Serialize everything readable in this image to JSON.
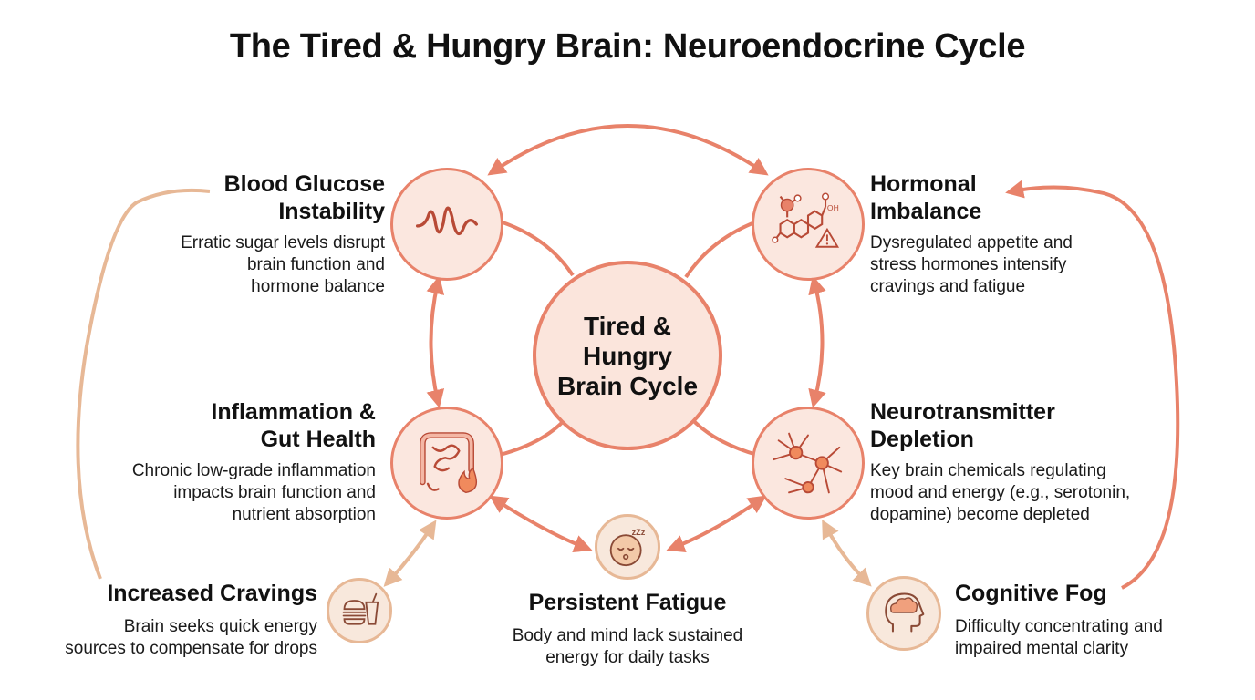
{
  "title": "The Tired & Hungry Brain: Neuroendocrine Cycle",
  "center": {
    "label_lines": [
      "Tired &",
      "Hungry",
      "Brain Cycle"
    ]
  },
  "nodes": {
    "glucose": {
      "title_lines": [
        "Blood Glucose",
        "Instability"
      ],
      "desc_lines": [
        "Erratic sugar levels disrupt",
        "brain function and",
        "hormone balance"
      ],
      "icon": "glucose-wave-icon"
    },
    "hormonal": {
      "title_lines": [
        "Hormonal",
        "Imbalance"
      ],
      "desc_lines": [
        "Dysregulated appetite and",
        "stress hormones intensify",
        "cravings and fatigue"
      ],
      "icon": "hormone-molecule-icon",
      "icon_text": "OH"
    },
    "inflammation": {
      "title_lines": [
        "Inflammation &",
        "Gut Health"
      ],
      "desc_lines": [
        "Chronic low-grade inflammation",
        "impacts brain function and",
        "nutrient absorption"
      ],
      "icon": "gut-flame-icon"
    },
    "neuro": {
      "title_lines": [
        "Neurotransmitter",
        "Depletion"
      ],
      "desc_lines": [
        "Key brain chemicals regulating",
        "mood and energy (e.g., serotonin,",
        "dopamine) become depleted"
      ],
      "icon": "neuron-network-icon"
    },
    "cravings": {
      "title": "Increased Cravings",
      "desc_lines": [
        "Brain seeks quick energy",
        "sources to compensate for drops"
      ],
      "icon": "fast-food-icon"
    },
    "fatigue": {
      "title": "Persistent Fatigue",
      "desc_lines": [
        "Body and mind lack sustained",
        "energy for daily tasks"
      ],
      "icon": "sleepy-face-icon",
      "icon_text": "zZz"
    },
    "fog": {
      "title": "Cognitive Fog",
      "desc_lines": [
        "Difficulty concentrating and",
        "impaired mental clarity"
      ],
      "icon": "foggy-head-icon"
    }
  },
  "colors": {
    "accent": "#e8826a",
    "accent_dark": "#b84a36",
    "node_fill": "#fbe7df",
    "secondary": "#e7b896",
    "secondary_fill": "#f8e8dc",
    "text": "#111111"
  }
}
